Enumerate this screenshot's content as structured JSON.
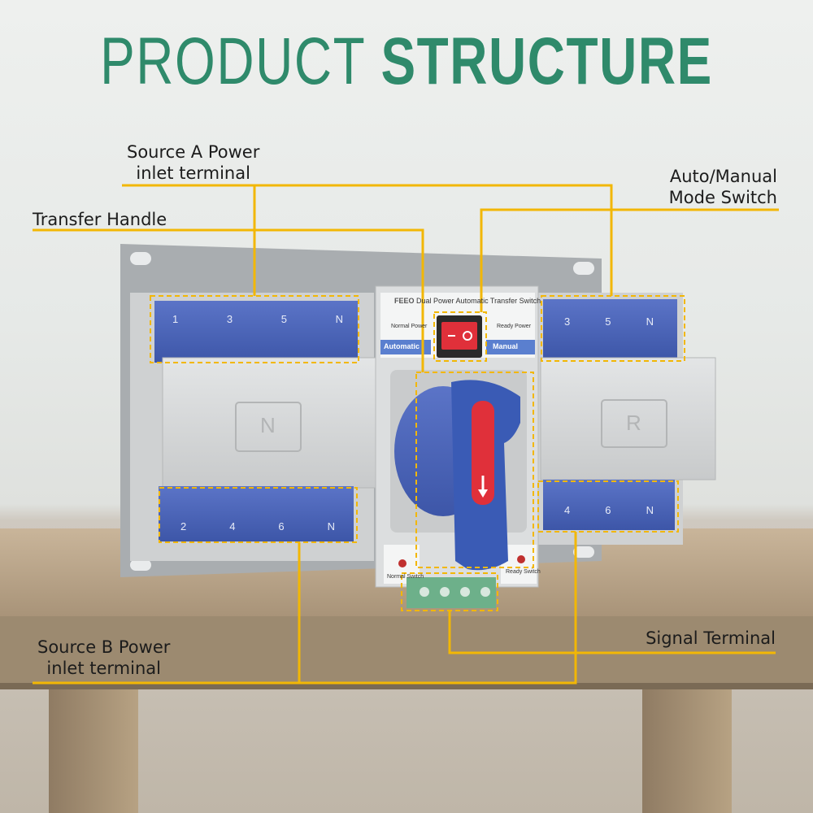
{
  "title": {
    "light": "PRODUCT",
    "bold": "STRUCTURE"
  },
  "device": {
    "brand": "FEEO",
    "panel_text": "Dual Power Automatic Transfer Switch",
    "indicator_left": "Normal Power",
    "indicator_right": "Ready Power",
    "mode_left": "Automatic",
    "mode_right": "Manual",
    "cover_left": "N",
    "cover_right": "R",
    "bottom_left_indicator": "Normal Switch",
    "bottom_right_indicator": "Ready Switch",
    "terminals_top_left": [
      "1",
      "3",
      "5",
      "N"
    ],
    "terminals_bottom_left": [
      "2",
      "4",
      "6",
      "N"
    ],
    "terminals_top_right": [
      "3",
      "5",
      "N"
    ],
    "terminals_bottom_right": [
      "4",
      "6",
      "N"
    ]
  },
  "labels": {
    "source_a_line1": "Source A Power",
    "source_a_line2": "inlet terminal",
    "transfer_handle": "Transfer Handle",
    "mode_switch_line1": "Auto/Manual",
    "mode_switch_line2": "Mode Switch",
    "source_b_line1": "Source B Power",
    "source_b_line2": "inlet terminal",
    "signal_terminal": "Signal Terminal"
  },
  "colors": {
    "title": "#2f8a6b",
    "callout": "#f2b705",
    "terminal": "#4a63b8",
    "housing": "#d8dadb",
    "handle": "#3a5bb5",
    "accent_red": "#e0303a"
  }
}
